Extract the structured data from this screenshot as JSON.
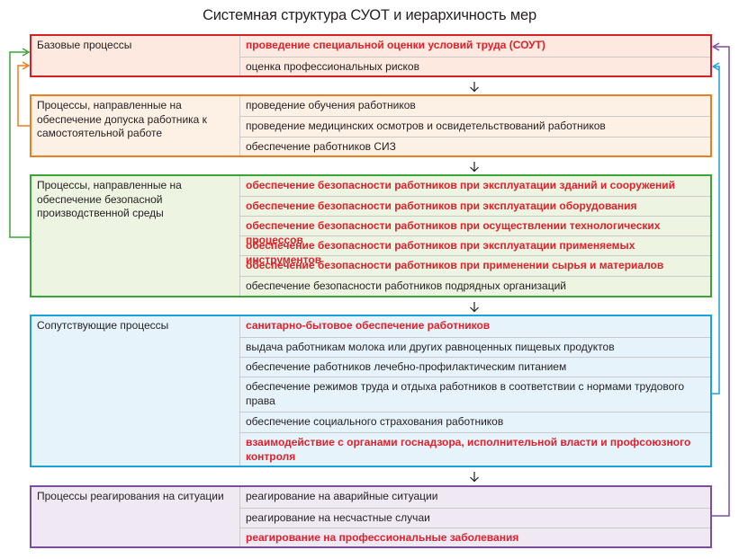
{
  "title": "Системная структура СУОТ и иерархичность мер",
  "groups": [
    {
      "title": "Базовые процессы",
      "color": "#d61f26",
      "items": [
        {
          "text": "проведение специальной оценки условий труда (СОУТ)",
          "highlight": true
        },
        {
          "text": "оценка профессиональных рисков",
          "highlight": false
        }
      ]
    },
    {
      "title": "Процессы, направленные на обеспечение допуска работника к самостоятельной работе",
      "color": "#ee7d1f",
      "items": [
        {
          "text": "проведение обучения работников",
          "highlight": false
        },
        {
          "text": "проведение медицинских осмотров и освидетельствований работников",
          "highlight": false
        },
        {
          "text": "обеспечение работников СИЗ",
          "highlight": false
        }
      ]
    },
    {
      "title": "Процессы, направленные на обеспечение безопасной производственной среды",
      "color": "#3aa537",
      "items": [
        {
          "text": "обеспечение безопасности работников при эксплуатации зданий и сооружений",
          "highlight": true
        },
        {
          "text": "обеспечение безопасности работников при эксплуатации оборудования",
          "highlight": true
        },
        {
          "text": "обеспечение безопасности работников при осуществлении технологических процессов",
          "highlight": true
        },
        {
          "text": "обеспечение безопасности работников при эксплуатации применяемых инструментов",
          "highlight": true
        },
        {
          "text": "обеспечение безопасности работников при применении сырья и материалов",
          "highlight": true
        },
        {
          "text": "обеспечение безопасности работников подрядных организаций",
          "highlight": false
        }
      ]
    },
    {
      "title": "Сопутствующие процессы",
      "color": "#1ba0d8",
      "items": [
        {
          "text": "санитарно-бытовое обеспечение работников",
          "highlight": true
        },
        {
          "text": "выдача работникам молока или других равноценных пищевых продуктов",
          "highlight": false
        },
        {
          "text": "обеспечение работников лечебно-профилактическим питанием",
          "highlight": false
        },
        {
          "text": "обеспечение режимов труда и отдыха работников в соответствии с нормами трудового права",
          "highlight": false
        },
        {
          "text": "обеспечение социального страхования работников",
          "highlight": false
        },
        {
          "text": "взаимодействие с органами госнадзора, исполнительной власти и профсоюзного контроля",
          "highlight": true
        }
      ]
    },
    {
      "title": "Процессы реагирования на ситуации",
      "color": "#7b4f9d",
      "items": [
        {
          "text": "реагирование на аварийные ситуации",
          "highlight": false
        },
        {
          "text": "реагирование на несчастные случаи",
          "highlight": false
        },
        {
          "text": "реагирование на профессиональные заболевания",
          "highlight": true
        }
      ]
    }
  ]
}
